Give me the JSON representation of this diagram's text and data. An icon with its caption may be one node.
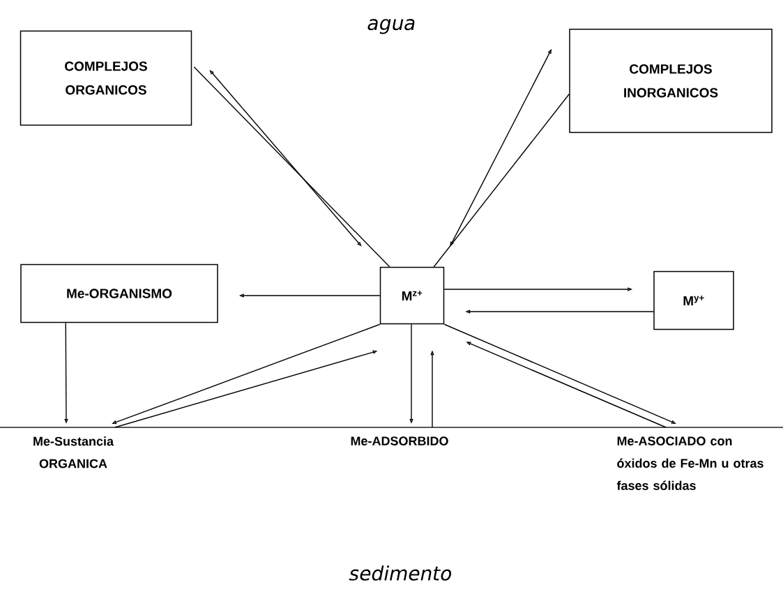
{
  "diagram": {
    "nodes": [
      {
        "text": [
          "COMPLEJOS ORGANICOS"
        ]
      },
      {
        "text": [
          "COMPLEJOS INORGANICOS"
        ]
      },
      {
        "text": [
          "Me-ORGANISMO"
        ]
      },
      {
        "text": [
          "M$^{z+}$"
        ]
      },
      {
        "text": [
          "M$^{y+}$"
        ]
      },
      {
        "text": [
          "Me-Sustancia ORGANICA"
        ]
      },
      {
        "text": [
          "Me-ADSORBIDO"
        ]
      },
      {
        "text": [
          "Me-ASOCIADO con óxidos de Fe-Mn u otras fases sólidas"
        ]
      }
    ],
    "edges": [
      {
        "from": 0,
        "to": 3,
        "arrow": "none"
      },
      {
        "from": 0,
        "to": 3,
        "arrow": "both"
      },
      {
        "from": 1,
        "to": 3,
        "arrow": "none"
      },
      {
        "from": 1,
        "to": 3,
        "arrow": "both"
      },
      {
        "from": 3,
        "to": 2,
        "arrow": "to"
      },
      {
        "from": 3,
        "to": 4,
        "arrow": "to"
      },
      {
        "from": 4,
        "to": 3,
        "arrow": "to"
      },
      {
        "from": 2,
        "to": 5,
        "arrow": "to"
      },
      {
        "from": 3,
        "to": 5,
        "arrow": "to"
      },
      {
        "from": 5,
        "to": 3,
        "arrow": "to"
      },
      {
        "from": 3,
        "to": 6,
        "arrow": "to"
      },
      {
        "from": 6,
        "to": 3,
        "arrow": "to"
      },
      {
        "from": 3,
        "to": 7,
        "arrow": "to"
      },
      {
        "from": 7,
        "to": 3,
        "arrow": "to"
      }
    ],
    "labels": [
      "agua",
      "sedimento"
    ]
  }
}
